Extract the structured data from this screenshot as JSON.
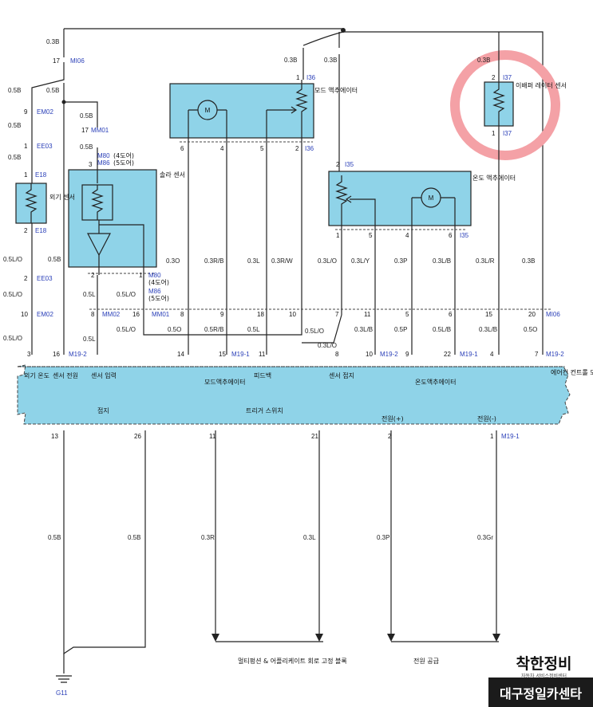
{
  "wire_labels": {
    "w_top_left": "0.3B",
    "w_05b_a": "0.5B",
    "w_05b_b": "0.5B",
    "w_05b_c": "0.5B",
    "w_05b_d": "0.5B",
    "w_05b_e": "0.5B",
    "w_05b_f": "0.5B",
    "w_05b_g": "0.5B",
    "w_05lo_a": "0.5L/O",
    "w_05lo_b": "0.5L/O",
    "w_05lo_c": "0.5L/O",
    "w_05l_a": "0.5L",
    "w_05l_b": "0.5L",
    "w_05lo_d": "0.5L/O",
    "w_05lo_e": "0.5L/O",
    "w_03o": "0.3O",
    "w_05o": "0.5O",
    "w_03rb": "0.3R/B",
    "w_05rb": "0.5R/B",
    "w_03l_a": "0.3L",
    "w_05l_c": "0.5L",
    "w_03rw": "0.3R/W",
    "w_05lo_f": "0.5L/O",
    "w_03lo_a": "0.3L/O",
    "w_03lo_b": "0.3L/O",
    "w_03ly": "0.3L/Y",
    "w_03lb": "0.3L/B",
    "w_03p": "0.3P",
    "w_05p": "0.5P",
    "w_03lb2": "0.3L/B",
    "w_05lb": "0.5L/B",
    "w_03lr": "0.3L/R",
    "w_03lb3": "0.3L/B",
    "w_03b_a": "0.3B",
    "w_05o_b": "0.5O",
    "w_03b_b": "0.3B",
    "w_03b_c": "0.3B",
    "w_03b_d": "0.3B",
    "w_bot_05b_a": "0.5B",
    "w_bot_05b_b": "0.5B",
    "w_bot_03r": "0.3R",
    "w_bot_03l": "0.3L",
    "w_bot_03p": "0.3P",
    "w_bot_03gr": "0.3Gr"
  },
  "connectors": {
    "mi06_a": "MI06",
    "em02_a": "EM02",
    "ee03_a": "EE03",
    "e18_a": "E18",
    "e18_b": "E18",
    "ee03_b": "EE03",
    "em02_b": "EM02",
    "mm01_a": "MM01",
    "m80_a": "M80",
    "m86_a": "M86",
    "m80_b": "M80",
    "m86_b": "M86",
    "mm02": "MM02",
    "mm01_b": "MM01",
    "i36_a": "I36",
    "i36_b": "I36",
    "i37_a": "I37",
    "i37_b": "I37",
    "i35_a": "I35",
    "i35_b": "I35",
    "mi06_b": "MI06",
    "m19_2a": "M19-2",
    "m19_1a": "M19-1",
    "m19_2b": "M19-2",
    "m19_1b": "M19-1",
    "m19_2c": "M19-2",
    "m19_1c": "M19-1",
    "ground": "G11"
  },
  "paren_notes": {
    "m80_4door": "(4도어)",
    "m86_5door": "(5도어)",
    "m80_4door_b": "(4도어)",
    "m86_5door_b": "(5도어)"
  },
  "pins": {
    "p17a": "17",
    "p9": "9",
    "p1a": "1",
    "p1b": "1",
    "p2a": "2",
    "p2b": "2",
    "p10": "10",
    "p17b": "17",
    "p3": "3",
    "p2c": "2",
    "p1c": "1",
    "p8": "8",
    "p16": "16",
    "p1d": "1",
    "p6": "6",
    "p4": "4",
    "p5": "5",
    "p2d": "2",
    "p2e": "2",
    "p1e": "1",
    "p2f": "2",
    "p1f": "1",
    "p5b": "5",
    "p4b": "4",
    "p6b": "6",
    "r8": "8",
    "r9": "9",
    "r18": "18",
    "r10": "10",
    "r7": "7",
    "r11": "11",
    "r5": "5",
    "r6": "6",
    "r15": "15",
    "r20": "20",
    "e3": "3",
    "e16": "16",
    "e14": "14",
    "e15": "15",
    "e11": "11",
    "e8": "8",
    "e10": "10",
    "e9": "9",
    "e22": "22",
    "e4": "4",
    "e7": "7",
    "b13": "13",
    "b26": "26",
    "b11": "11",
    "b21": "21",
    "b2": "2",
    "b1": "1"
  },
  "component_labels": {
    "ambient_sensor": "외기 센서",
    "sun_sensor": "솔라 센서",
    "mode_actuator": "모드 액추에이터",
    "evap_sensor": "이배퍼 레이터 센서",
    "temp_actuator": "온도 액추에이터",
    "ecu_ambient_temp": "외기 온도",
    "ecu_sensor_power": "센서 전원",
    "ecu_sensor_input": "센서 입력",
    "ecu_feedback": "피드백",
    "ecu_ground_sensor": "센서 접지",
    "ecu_mode_act": "모드액추에이터",
    "ecu_temp_act": "온도액추에이터",
    "ecu_side": "에어컨 컨트롤 모듈",
    "ecu_ground": "접지",
    "ecu_trigger": "트리거 스위치",
    "ecu_power_plus": "전원(+)",
    "ecu_power_minus": "전원(-)",
    "ref_mux": "멀티펑션 & 어플리케이트 회로 고정 블록",
    "ref_power": "전원 공급"
  },
  "watermark": {
    "brand_main": "착한정비",
    "brand_sub": "자동차 서비스정비센터",
    "shop_name": "대구정일카센타"
  },
  "colors": {
    "component_fill": "#8fd3e8",
    "highlight_ring": "#f4a1a6",
    "connector_text": "#2a3fb8"
  }
}
